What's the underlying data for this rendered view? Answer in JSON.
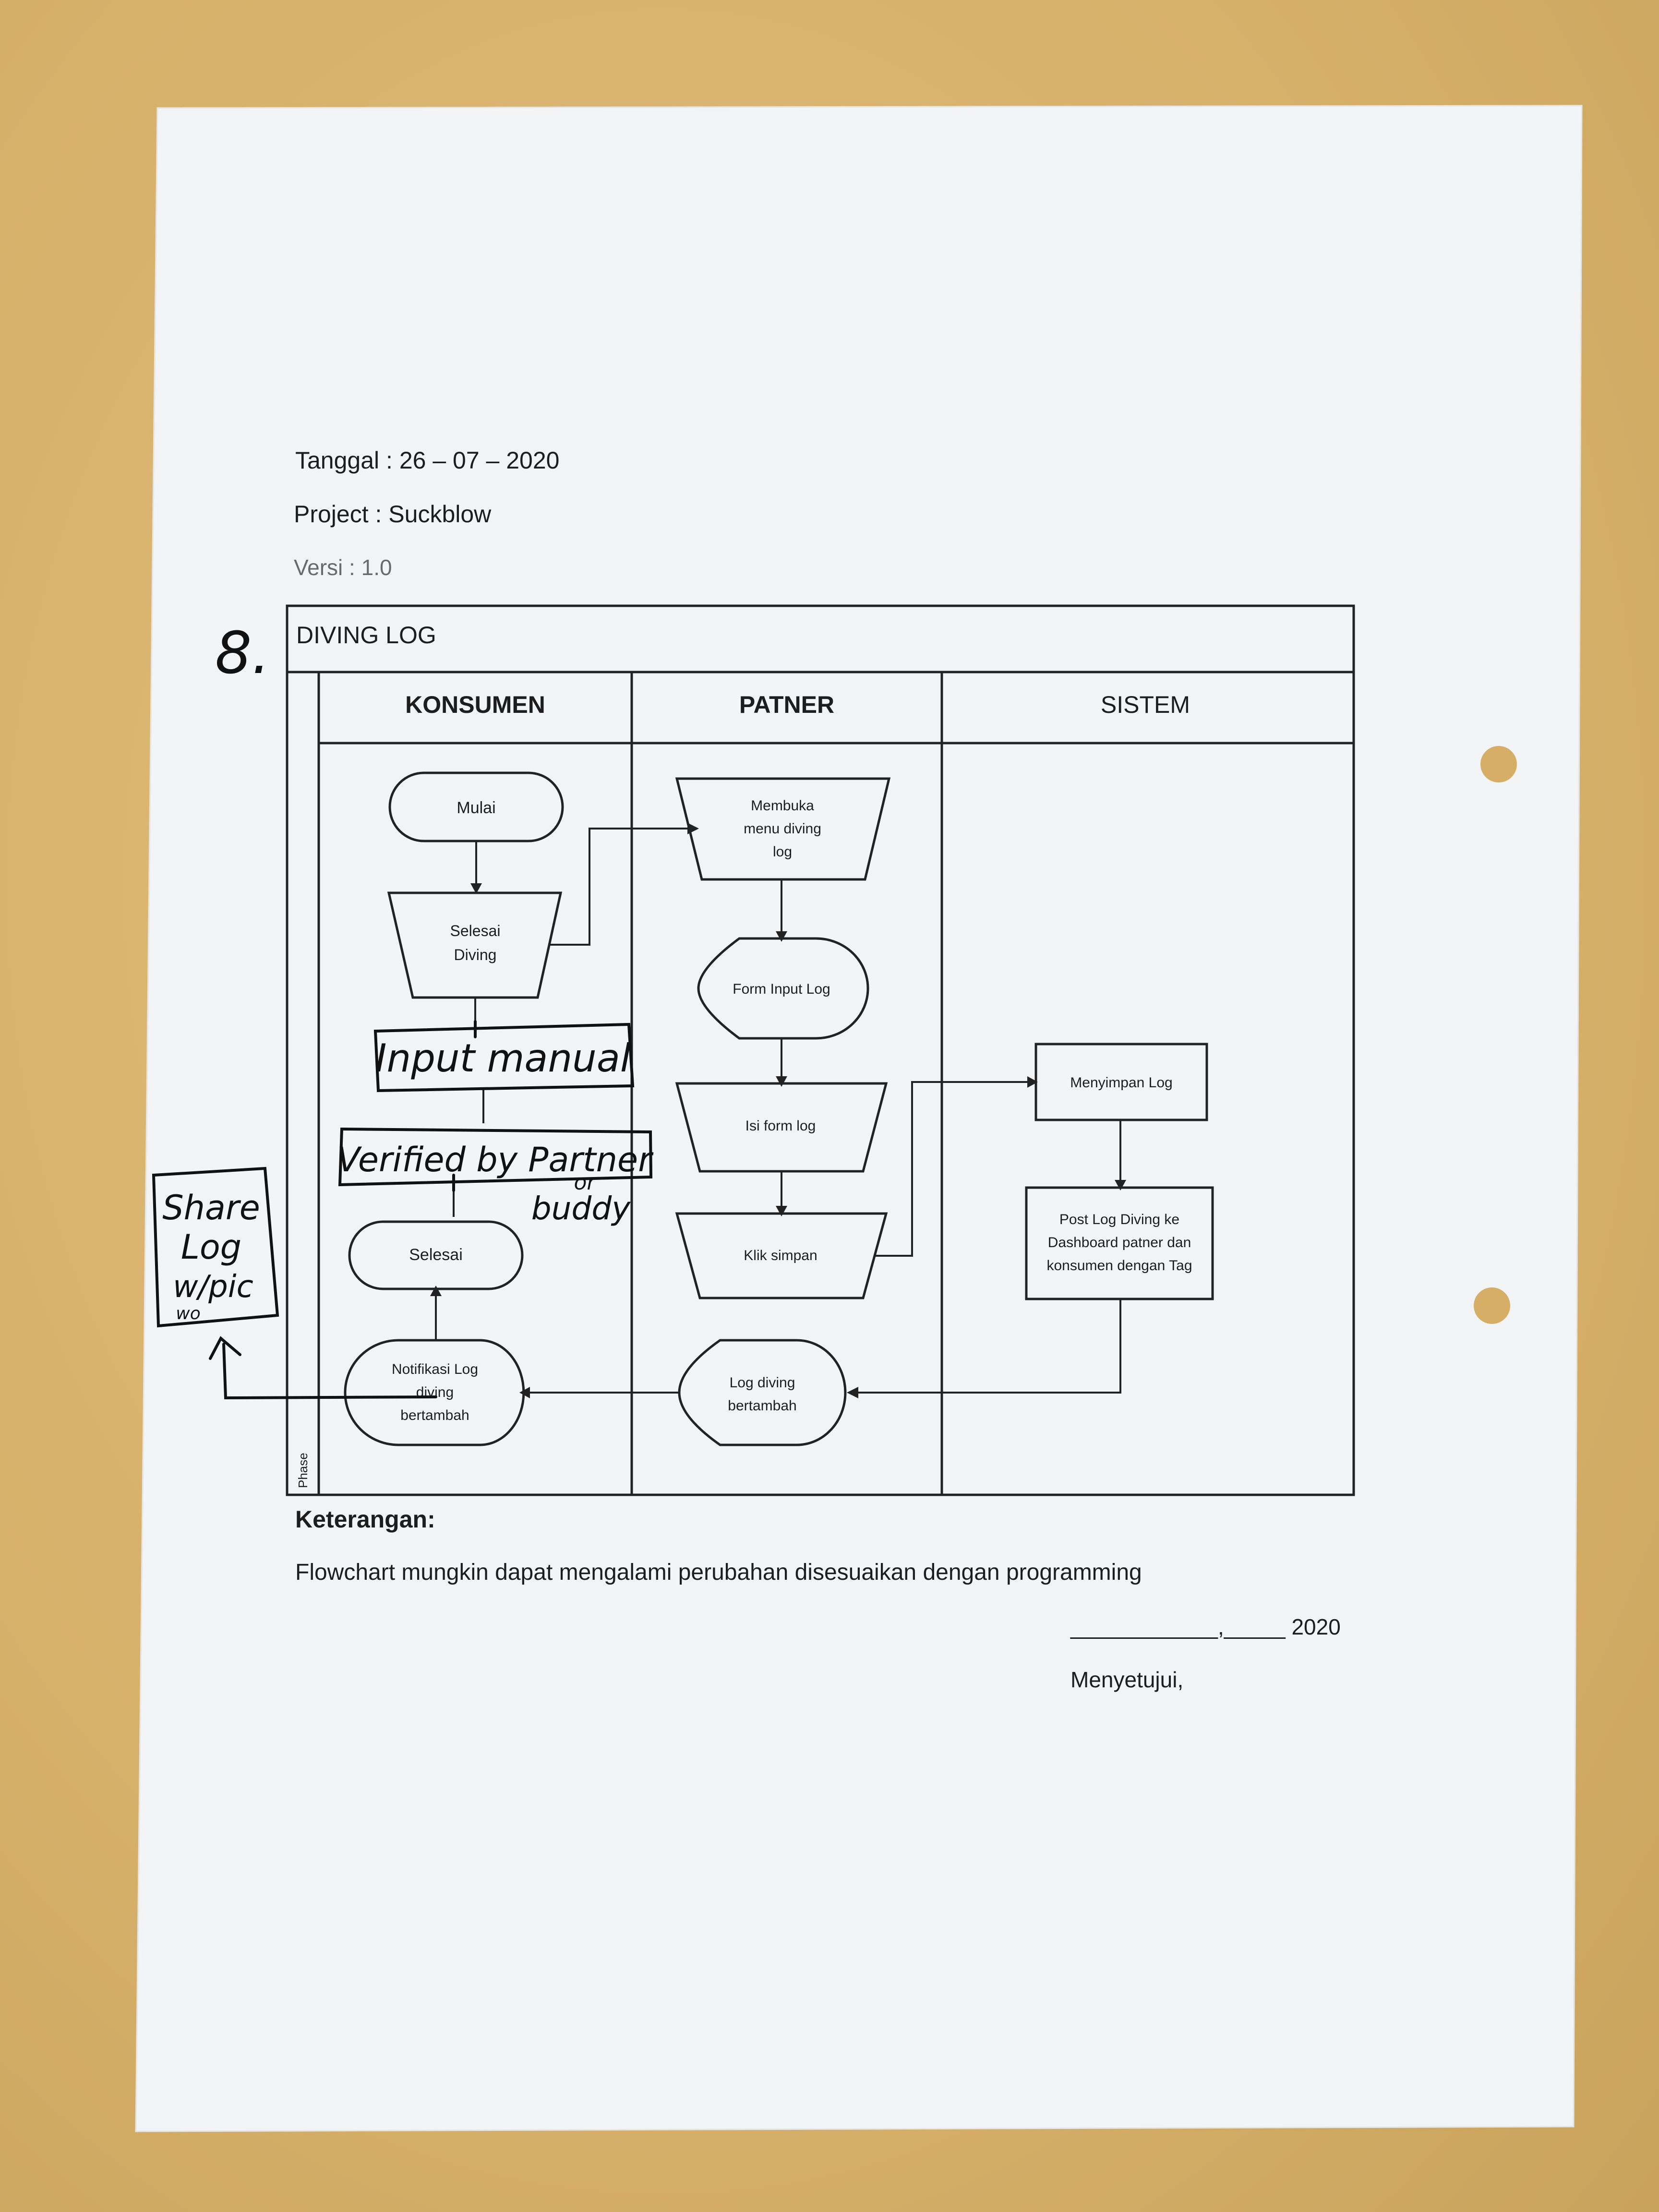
{
  "header": {
    "date_line": "Tanggal : 26 – 07 – 2020",
    "project_line": "Project  : Suckblow",
    "version_line": "Versi     : 1.0"
  },
  "diagram": {
    "title": "DIVING LOG",
    "lanes": [
      "KONSUMEN",
      "PATNER",
      "SISTEM"
    ],
    "phase_label": "Phase",
    "nodes": {
      "mulai": "Mulai",
      "selesai_diving": [
        "Selesai",
        "Diving"
      ],
      "selesai": "Selesai",
      "notifikasi": [
        "Notifikasi Log",
        "diving",
        "bertambah"
      ],
      "membuka_menu": [
        "Membuka",
        "menu diving",
        "log"
      ],
      "form_input": "Form Input Log",
      "isi_form": "Isi form log",
      "klik_simpan": "Klik simpan",
      "log_bertambah": [
        "Log diving",
        "bertambah"
      ],
      "menyimpan": "Menyimpan Log",
      "post_log": [
        "Post Log Diving ke",
        "Dashboard patner dan",
        "konsumen dengan Tag"
      ]
    }
  },
  "handwriting": {
    "number": "8.",
    "input_manual": "Input manual",
    "verified": "Verified by Partner",
    "or": "or",
    "buddy": "buddy",
    "share": [
      "Share",
      "Log",
      "w/pic",
      "wo"
    ]
  },
  "notes": {
    "title": "Keterangan:",
    "text": "Flowchart mungkin dapat mengalami perubahan disesuaikan dengan programming"
  },
  "signature": {
    "date_line": "____________,_____ 2020",
    "approval": "Menyetujui,"
  },
  "colors": {
    "paper": "#f4f5f7",
    "folder": "#d9b46f",
    "ink": "#1a1a1a"
  }
}
